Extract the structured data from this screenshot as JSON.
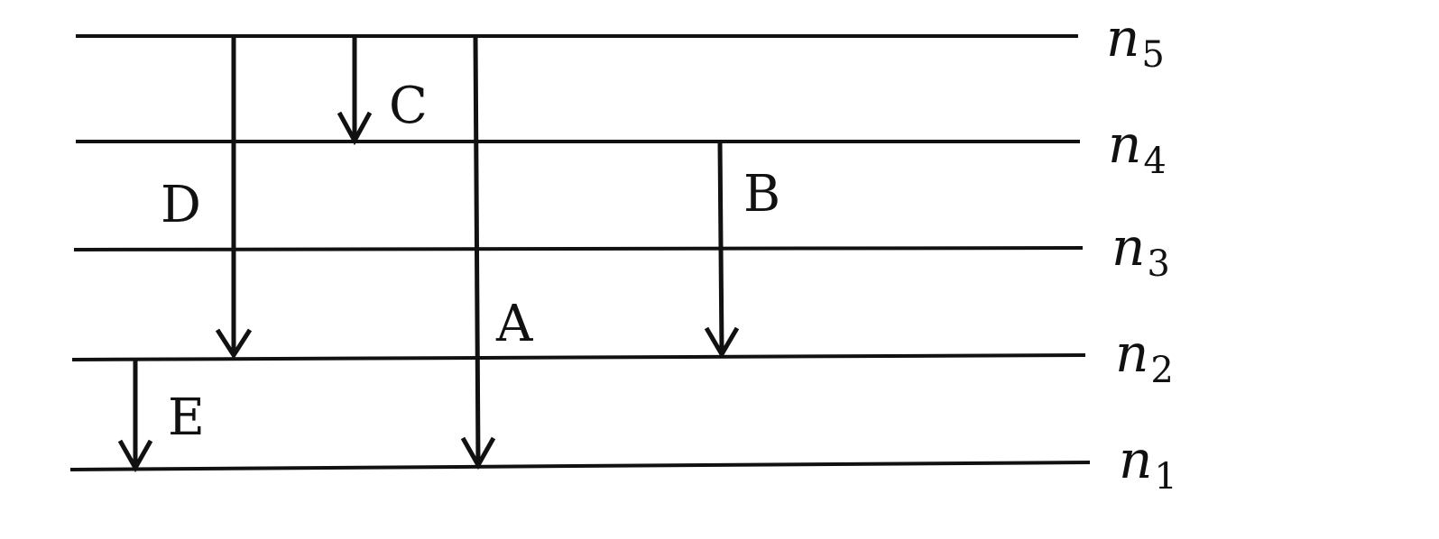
{
  "levels": [
    {
      "id": "n5",
      "symbol": "n",
      "subscript": "5"
    },
    {
      "id": "n4",
      "symbol": "n",
      "subscript": "4"
    },
    {
      "id": "n3",
      "symbol": "n",
      "subscript": "3"
    },
    {
      "id": "n2",
      "symbol": "n",
      "subscript": "2"
    },
    {
      "id": "n1",
      "symbol": "n",
      "subscript": "1"
    }
  ],
  "transitions": [
    {
      "label": "A",
      "from": "n5",
      "to": "n1"
    },
    {
      "label": "B",
      "from": "n4",
      "to": "n2"
    },
    {
      "label": "C",
      "from": "n5",
      "to": "n4"
    },
    {
      "label": "D",
      "from": "n5",
      "to": "n2"
    },
    {
      "label": "E",
      "from": "n2",
      "to": "n1"
    }
  ]
}
